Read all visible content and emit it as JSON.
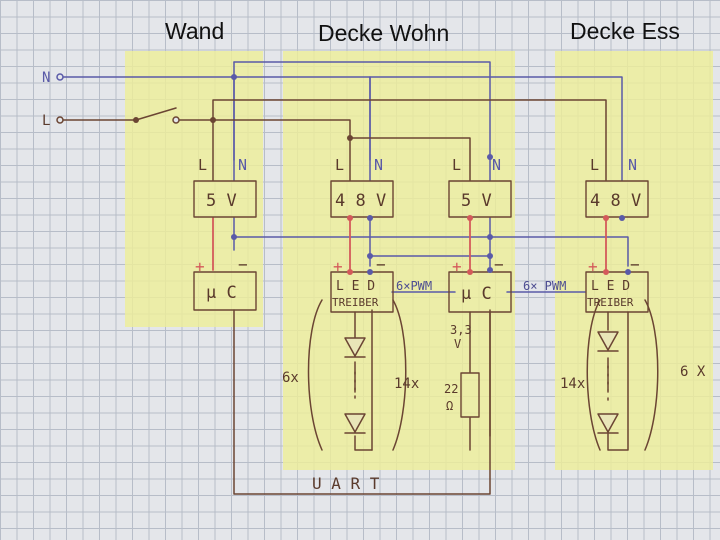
{
  "titles": {
    "wand": "Wand",
    "decke_wohn": "Decke Wohn",
    "decke_ess": "Decke Ess"
  },
  "terminals": {
    "neutral": "N",
    "line": "L"
  },
  "modules": {
    "psu_wand": "5 V",
    "psu_wohn_48": "4 8 V",
    "psu_wohn_5": "5 V",
    "psu_ess_48": "4 8 V",
    "uc_wand": "μ C",
    "uc_wohn": "μ C",
    "led_driver_line1": "L E D",
    "led_driver_line2": "TREIBER"
  },
  "polarity": {
    "plus": "+",
    "minus": "−"
  },
  "labels": {
    "pwm_wohn": "6×PWM",
    "pwm_ess": "6× PWM",
    "channels_left": "6x",
    "channels_right": "6 X",
    "leds_wohn": "14x",
    "leds_ess": "14x",
    "voltage_33": "3,3",
    "voltage_v": "V",
    "resistor_22": "22",
    "resistor_ohm": "Ω",
    "uart": "U A R T"
  },
  "colors": {
    "paper": "#e4e6ea",
    "zone": "#eeee9a",
    "neutral_wire": "#5a5aa8",
    "line_wire": "#6b4533",
    "plus_wire": "#d45a5a"
  }
}
